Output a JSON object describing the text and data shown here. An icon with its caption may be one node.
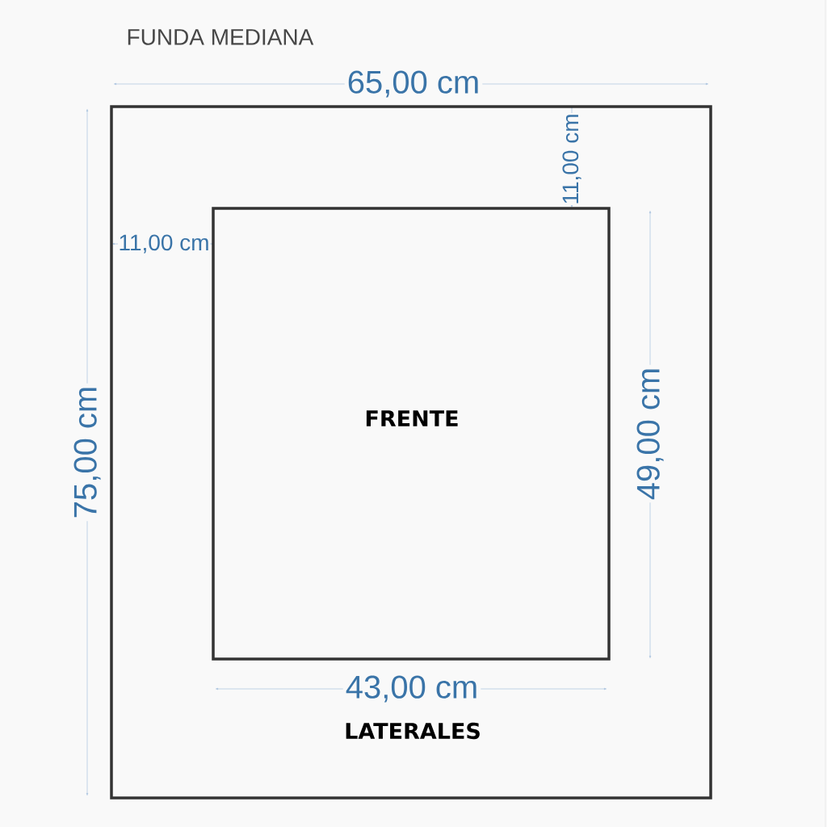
{
  "diagram": {
    "title": "FUNDA MEDIANA",
    "nodes": [
      {
        "text": [
          "LATERALES"
        ]
      },
      {
        "text": [
          "FRENTE"
        ],
        "in": 0
      }
    ],
    "labels": [
      "65,00 cm",
      "11,00 cm",
      "11,00 cm",
      "75,00 cm",
      "49,00 cm",
      "43,00 cm"
    ]
  }
}
